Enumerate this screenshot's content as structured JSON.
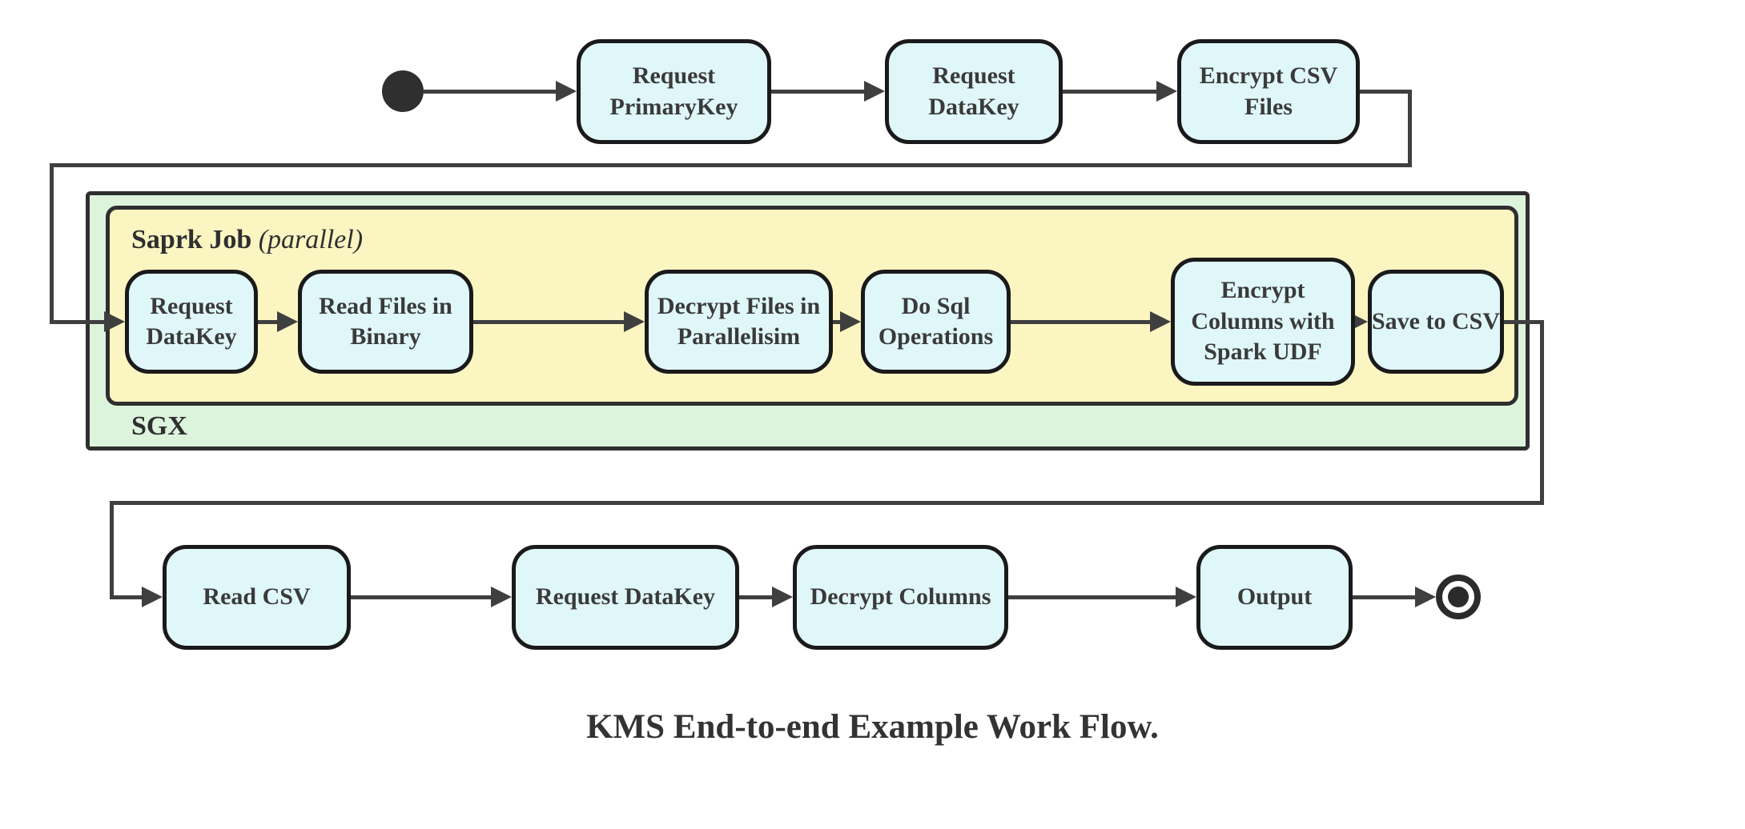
{
  "caption": "KMS End-to-end Example Work Flow.",
  "containers": {
    "sgx": {
      "label": "SGX"
    },
    "spark": {
      "label_bold": "Saprk Job",
      "label_italic": "(parallel)"
    }
  },
  "nodes": {
    "top": [
      "Request PrimaryKey",
      "Request DataKey",
      "Encrypt CSV Files"
    ],
    "middle": [
      "Request DataKey",
      "Read Files in Binary",
      "Decrypt Files in Parallelisim",
      "Do Sql Operations",
      "Encrypt Columns with Spark UDF",
      "Save to CSV"
    ],
    "bottom": [
      "Read CSV",
      "Request DataKey",
      "Decrypt Columns",
      "Output"
    ]
  },
  "colors": {
    "node_fill": "#E0F7FA",
    "node_border": "#1A1A1A",
    "sgx_fill": "#DCF4DC",
    "spark_fill": "#FBF5C2",
    "container_border": "#2F2F2F",
    "edge": "#3F3F3F",
    "text": "#3A3A3A"
  }
}
